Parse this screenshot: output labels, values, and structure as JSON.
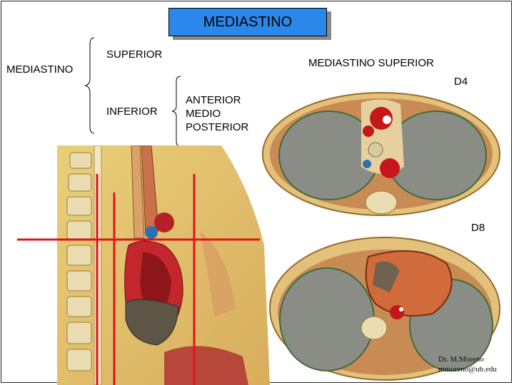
{
  "title": "MEDIASTINO",
  "left_label": "MEDIASTINO",
  "brace1_items": [
    "SUPERIOR",
    "INFERIOR"
  ],
  "brace2_items": [
    "ANTERIOR",
    "MEDIO",
    "POSTERIOR"
  ],
  "section_label": "MEDIASTINO SUPERIOR",
  "level_d4": "D4",
  "level_d8": "D8",
  "signature": {
    "line1": "Dr. M.Moreno",
    "line2": "mmoreno@ub.edu"
  },
  "colors": {
    "title_bg": "#2b87e9",
    "section_lines": "#e0141b"
  }
}
